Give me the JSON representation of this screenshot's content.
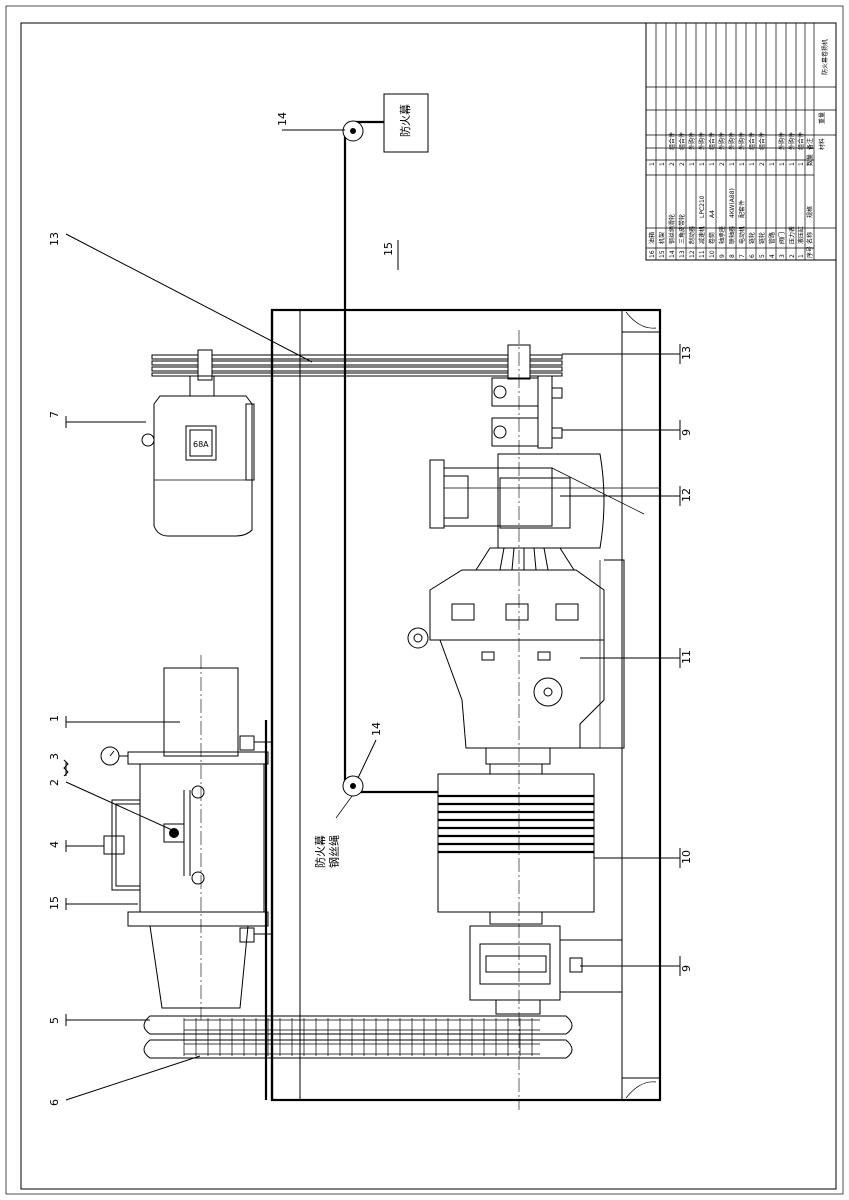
{
  "callouts": {
    "c1": "1",
    "c2": "2",
    "c3": "3",
    "c4": "4",
    "c5": "5",
    "c6": "6",
    "c7": "7",
    "c9a": "9",
    "c9b": "9",
    "c10": "10",
    "c11": "11",
    "c12": "12",
    "c13a": "13",
    "c13b": "13",
    "c14a": "14",
    "c14b": "14",
    "c15a": "15",
    "c15b": "15"
  },
  "labels": {
    "fire_curtain": "防火幕",
    "fire_curtain_2": "防火幕",
    "wire_rope": "钢丝绳",
    "motor_badge": "68A"
  },
  "parts_table": {
    "rows": [
      {
        "no": "16",
        "name": "油箱",
        "qty": "1",
        "note": ""
      },
      {
        "no": "15",
        "name": "机架",
        "qty": "1",
        "note": ""
      },
      {
        "no": "14",
        "name": "钢丝绳滑轮",
        "qty": "2",
        "note": "组合件"
      },
      {
        "no": "13",
        "name": "三角皮带轮",
        "qty": "2",
        "note": "组合件"
      },
      {
        "no": "12",
        "name": "制动器",
        "qty": "1",
        "note": "外购件"
      },
      {
        "no": "11",
        "name": "减速机",
        "qty": "1",
        "note": "外购件"
      },
      {
        "no": "10",
        "name": "卷筒",
        "qty": "1",
        "note": "组合件"
      },
      {
        "no": "9",
        "name": "轴承座",
        "qty": "2",
        "note": "外购件"
      },
      {
        "no": "8",
        "name": "联轴器",
        "qty": "1",
        "note": "外购件"
      },
      {
        "no": "7",
        "name": "电动机",
        "qty": "1",
        "note": "外购件"
      },
      {
        "no": "6",
        "name": "链轮",
        "qty": "1",
        "note": "组合件"
      },
      {
        "no": "5",
        "name": "链轮",
        "qty": "2",
        "note": "组合件"
      },
      {
        "no": "4",
        "name": "管路",
        "qty": "1",
        "note": ""
      },
      {
        "no": "3",
        "name": "阀门",
        "qty": "1",
        "note": "外购件"
      },
      {
        "no": "2",
        "name": "压力表",
        "qty": "1",
        "note": "外购件"
      },
      {
        "no": "1",
        "name": "液压缸",
        "qty": "1",
        "note": "组合件"
      }
    ],
    "spec_rows": {
      "r11": "LPC210",
      "r10": "A4",
      "r8": "4KW(A88)",
      "r7": "配套件"
    },
    "header": {
      "no": "序号",
      "name": "名称",
      "spec": "规格",
      "qty": "数量",
      "note": "备注"
    },
    "footer_left": "材料",
    "footer_mid": "重量",
    "footer_title": "防火幕卷扬机"
  }
}
